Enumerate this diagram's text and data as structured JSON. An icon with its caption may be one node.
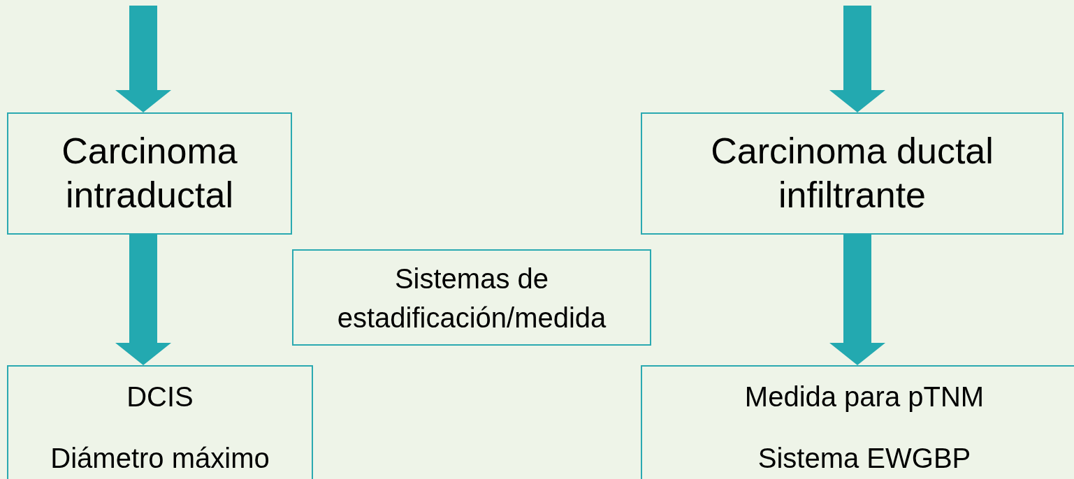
{
  "diagram": {
    "nodes": [
      {
        "text": [
          "Carcinoma intraductal"
        ]
      },
      {
        "text": [
          "Carcinoma ductal infiltrante"
        ]
      },
      {
        "text": [
          "Sistemas de estadificación/medida"
        ]
      },
      {
        "text": [
          "DCIS",
          "Diámetro máximo"
        ]
      },
      {
        "text": [
          "Medida para pTNM",
          "Sistema EWGBP"
        ]
      }
    ],
    "edges": [
      {
        "from": null,
        "to": 0,
        "arrow": "to"
      },
      {
        "from": null,
        "to": 1,
        "arrow": "to"
      },
      {
        "from": 0,
        "to": 3,
        "arrow": "to"
      },
      {
        "from": 1,
        "to": 4,
        "arrow": "to"
      }
    ]
  }
}
